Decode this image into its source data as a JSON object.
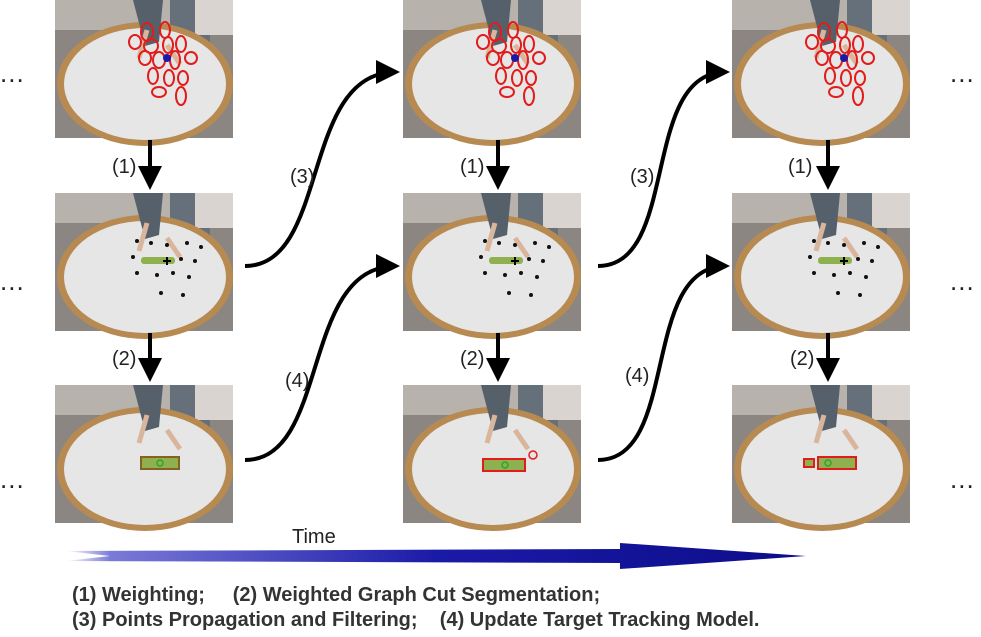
{
  "step_labels": {
    "s1": "(1)",
    "s2": "(2)",
    "s3": "(3)",
    "s4": "(4)"
  },
  "ellipsis": "...",
  "time_label": "Time",
  "legend": {
    "line1": "(1) Weighting;     (2) Weighted Graph Cut Segmentation;",
    "line2": "(3) Points Propagation and Filtering;    (4) Update Target Tracking Model."
  },
  "colors": {
    "marker_red": "#e21b1b",
    "segment_green": "#2ea52e",
    "time_arrow_blue": "#1a1aa8",
    "arrow_black": "#000000"
  }
}
